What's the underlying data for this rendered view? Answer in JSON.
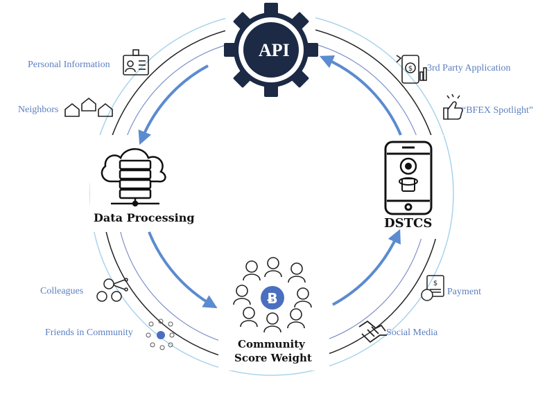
{
  "center_node": {
    "label": "API"
  },
  "nodes": {
    "data_processing": "Data Processing",
    "dstcs": "DSTCS",
    "community": {
      "line1": "Community",
      "line2": "Score Weight"
    }
  },
  "left_labels": {
    "personal_information": "Personal Information",
    "neighbors": "Neighbors",
    "colleagues": "Colleagues",
    "friends_in_community": "Friends in Community"
  },
  "right_labels": {
    "third_party_application": "3rd Party Application",
    "bfex_spotlight": "“BFEX Spotlight”",
    "payment": "Payment",
    "social_media": "Social Media"
  },
  "colors": {
    "accent": "#5b7fc0",
    "arrow": "#5b8bd0",
    "outer_ring": "#a8d3ec",
    "dark_ring": "#222222",
    "gear": "#1c2a45"
  }
}
